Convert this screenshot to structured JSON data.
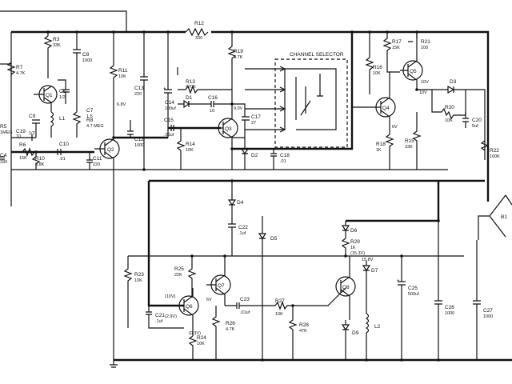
{
  "title": "CHANNEL SELECTOR",
  "components": {
    "R12": {
      "ref": "R12",
      "val": "330"
    },
    "R3": {
      "ref": "R3",
      "val": "33K"
    },
    "R7": {
      "ref": "R7",
      "val": "4.7K"
    },
    "C8": {
      "ref": "C8",
      "val": "1000"
    },
    "R11": {
      "ref": "R11",
      "val": "10K"
    },
    "C13": {
      "ref": "C13",
      "val": "220"
    },
    "R13": {
      "ref": "R13",
      "val": "470K"
    },
    "R19": {
      "ref": "R19",
      "val": "4.7K"
    },
    "R16": {
      "ref": "R16",
      "val": "10K"
    },
    "R17": {
      "ref": "R17",
      "val": "15K"
    },
    "R21": {
      "ref": "R21",
      "val": "100"
    },
    "Q1": {
      "ref": "Q1"
    },
    "C6": {
      "ref": "C6",
      "val": "1/2"
    },
    "L1": {
      "ref": "L1"
    },
    "C9": {
      "ref": "C9",
      "val": "1/2"
    },
    "R8": {
      "ref": "R8",
      "val": "4.7 MEG"
    },
    "C7": {
      "ref": "C7",
      "val": "1.5"
    },
    "C19": {
      "ref": "C19",
      "val": "10"
    },
    "R5": {
      "ref": "R5",
      "val": "1MEG"
    },
    "C11": {
      "ref": "C11",
      "val": "220"
    },
    "C10": {
      "ref": "C10",
      "val": ".01"
    },
    "R6": {
      "ref": "R6",
      "val": "15K"
    },
    "R10": {
      "ref": "R10",
      "val": "6.8K"
    },
    "C4": {
      "ref": "C4",
      "val": "330"
    },
    "Q2": {
      "ref": "Q2"
    },
    "C12": {
      "ref": "C12",
      "val": "1000"
    },
    "C14": {
      "ref": "C14",
      "val": "100uf"
    },
    "D1": {
      "ref": "D1"
    },
    "C16": {
      "ref": "C16",
      "val": "10"
    },
    "C15": {
      "ref": "C15",
      "val": ".01uf"
    },
    "R14": {
      "ref": "R14",
      "val": "10K"
    },
    "Q3": {
      "ref": "Q3"
    },
    "C17": {
      "ref": "C17",
      "val": "27"
    },
    "D2": {
      "ref": "D2"
    },
    "C18": {
      "ref": "C18",
      "val": ".01"
    },
    "Q4": {
      "ref": "Q4"
    },
    "R18": {
      "ref": "R18",
      "val": "1K"
    },
    "Q5": {
      "ref": "Q5"
    },
    "D3": {
      "ref": "D3"
    },
    "R20": {
      "ref": "R20",
      "val": "10K"
    },
    "C20": {
      "ref": "C20",
      "val": "5uf"
    },
    "R15": {
      "ref": "R15",
      "val": "33K"
    },
    "R22": {
      "ref": "R22",
      "val": "100K"
    },
    "D4": {
      "ref": "D4"
    },
    "C22": {
      "ref": "C22",
      "val": ".1uf"
    },
    "D5": {
      "ref": "D5"
    },
    "D6": {
      "ref": "D6"
    },
    "R29": {
      "ref": "R29",
      "val": "1K"
    },
    "D7": {
      "ref": "D7"
    },
    "Q8": {
      "ref": "Q8"
    },
    "C25": {
      "ref": "C25",
      "val": "500uf"
    },
    "C26": {
      "ref": "C26",
      "val": "1000"
    },
    "C27": {
      "ref": "C27",
      "val": "1000"
    },
    "R23": {
      "ref": "R23",
      "val": "10K"
    },
    "R25": {
      "ref": "R25",
      "val": "22K"
    },
    "Q7": {
      "ref": "Q7"
    },
    "Q6": {
      "ref": "Q6"
    },
    "C21": {
      "ref": "C21",
      "val": ".1uf"
    },
    "R24": {
      "ref": "R24",
      "val": "10K"
    },
    "C23": {
      "ref": "C23",
      "val": ".01uf"
    },
    "R26": {
      "ref": "R26",
      "val": "4.7K"
    },
    "R27": {
      "ref": "R27",
      "val": "10K"
    },
    "R28": {
      "ref": "R28",
      "val": "47K"
    },
    "D9": {
      "ref": "D9"
    },
    "L2": {
      "ref": "L2"
    },
    "B1": {
      "ref": "B1"
    }
  },
  "voltages": {
    "q2": "6.8V",
    "q3": "9.0V",
    "q4": "6V",
    "q5": "10V",
    "q5b": "10V",
    "q6c": "(10V)",
    "q7": "6V",
    "q8": "(15.3V)",
    "q8b": "15.8V",
    "q6e": "(0.3V)",
    "q6b": "(2.9V)"
  }
}
